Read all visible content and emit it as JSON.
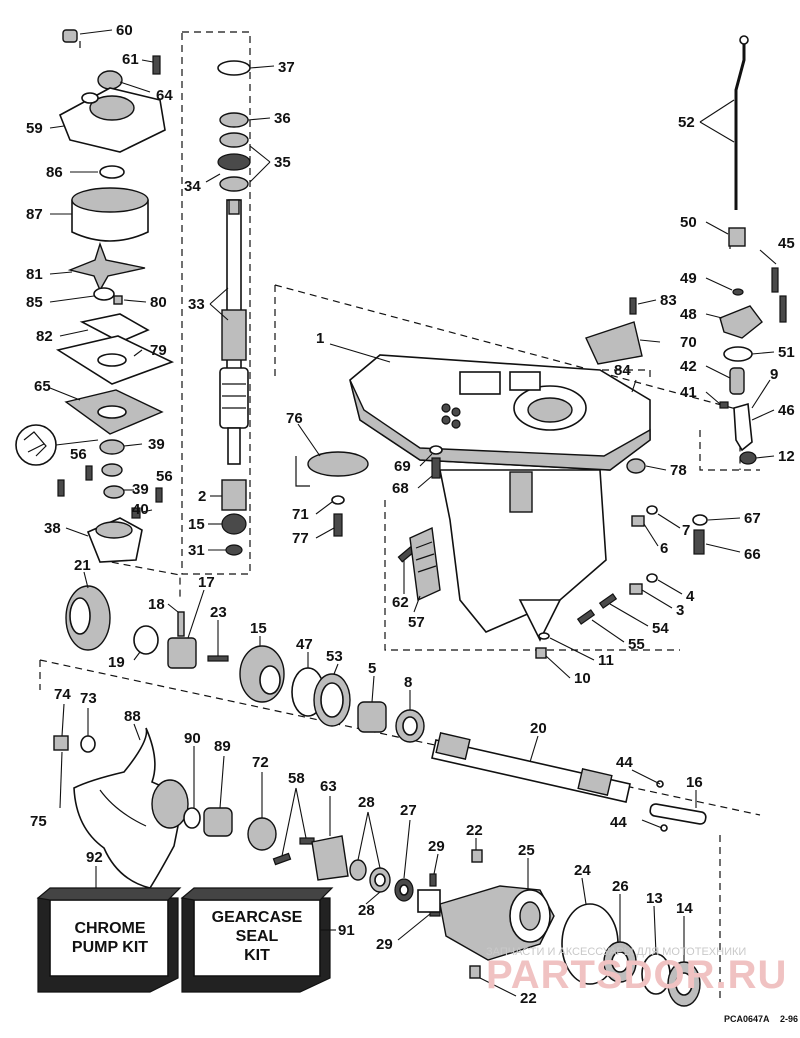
{
  "labels": {
    "p60": "60",
    "p61": "61",
    "p64": "64",
    "p59": "59",
    "p86": "86",
    "p87": "87",
    "p81": "81",
    "p85": "85",
    "p80": "80",
    "p82": "82",
    "p79": "79",
    "p65": "65",
    "p39a": "39",
    "p56a": "56",
    "p56b": "56",
    "p39b": "39",
    "p40": "40",
    "p38": "38",
    "p37": "37",
    "p36": "36",
    "p35": "35",
    "p34": "34",
    "p33": "33",
    "p2": "2",
    "p15a": "15",
    "p31": "31",
    "p52": "52",
    "p50": "50",
    "p45": "45",
    "p49": "49",
    "p83": "83",
    "p48": "48",
    "p70": "70",
    "p51": "51",
    "p42": "42",
    "p84": "84",
    "p41": "41",
    "p9": "9",
    "p46": "46",
    "p12": "12",
    "p1": "1",
    "p76": "76",
    "p69": "69",
    "p68": "68",
    "p78": "78",
    "p71": "71",
    "p77": "77",
    "p67": "67",
    "p7": "7",
    "p6": "6",
    "p66": "66",
    "p62": "62",
    "p57": "57",
    "p4": "4",
    "p3": "3",
    "p54": "54",
    "p55": "55",
    "p11": "11",
    "p10": "10",
    "p21": "21",
    "p17": "17",
    "p18": "18",
    "p23": "23",
    "p19": "19",
    "p15b": "15",
    "p47": "47",
    "p53": "53",
    "p5": "5",
    "p8": "8",
    "p20": "20",
    "p44a": "44",
    "p16": "16",
    "p44b": "44",
    "p74": "74",
    "p73": "73",
    "p88": "88",
    "p90": "90",
    "p89": "89",
    "p72": "72",
    "p58": "58",
    "p63": "63",
    "p28a": "28",
    "p27": "27",
    "p22a": "22",
    "p29a": "29",
    "p25": "25",
    "p24": "24",
    "p26": "26",
    "p13": "13",
    "p14": "14",
    "p75": "75",
    "p92": "92",
    "p28b": "28",
    "p91": "91",
    "p29b": "29",
    "p22b": "22"
  },
  "kits": {
    "chrome": {
      "line1": "CHROME",
      "line2": "PUMP KIT"
    },
    "seal": {
      "line1": "GEARCASE",
      "line2": "SEAL",
      "line3": "KIT"
    }
  },
  "footer": {
    "ref": "PCA0647A",
    "date": "2-96"
  },
  "watermark": {
    "top": "ЗАПЧАСТИ И АКСЕССУАРЫ ДЛЯ МОТОТЕХНИКИ",
    "brand": "PARTSDOR.RU"
  }
}
